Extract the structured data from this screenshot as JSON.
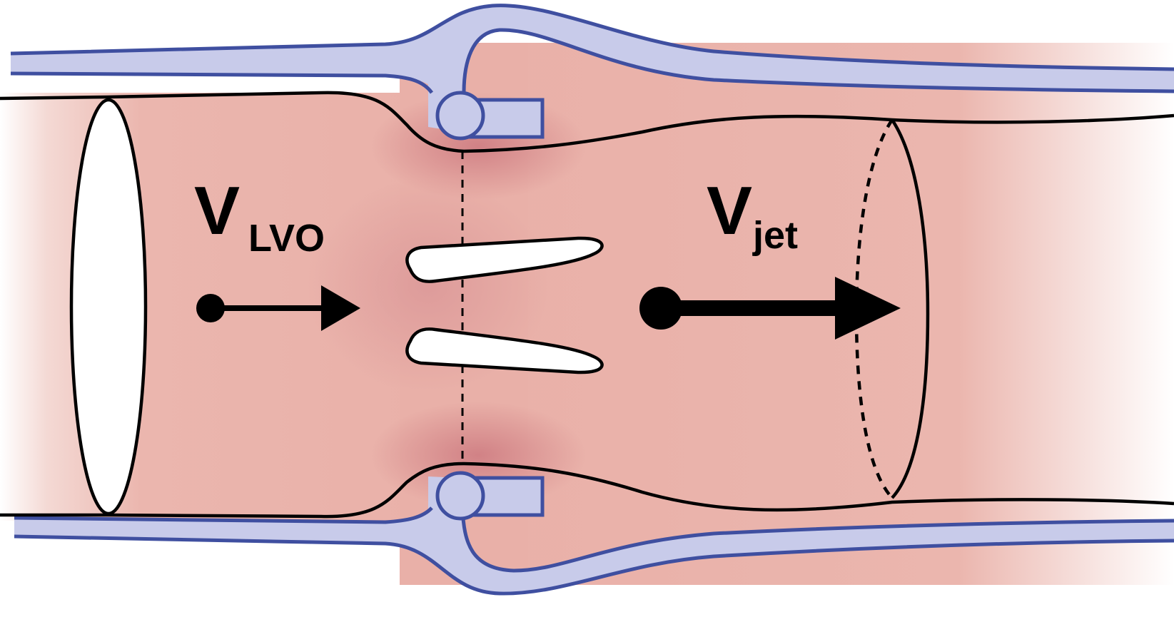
{
  "labels": {
    "inflow": {
      "main": "V",
      "sub": "LVO"
    },
    "jet": {
      "main": "V",
      "sub": "jet"
    }
  },
  "colors": {
    "blood": "#e9b0a8",
    "blood_dark": "#d88a8a",
    "wall_fill": "#c8cbea",
    "wall_line": "#3f4fa0",
    "outline": "#000000",
    "leaflet": "#ffffff"
  }
}
